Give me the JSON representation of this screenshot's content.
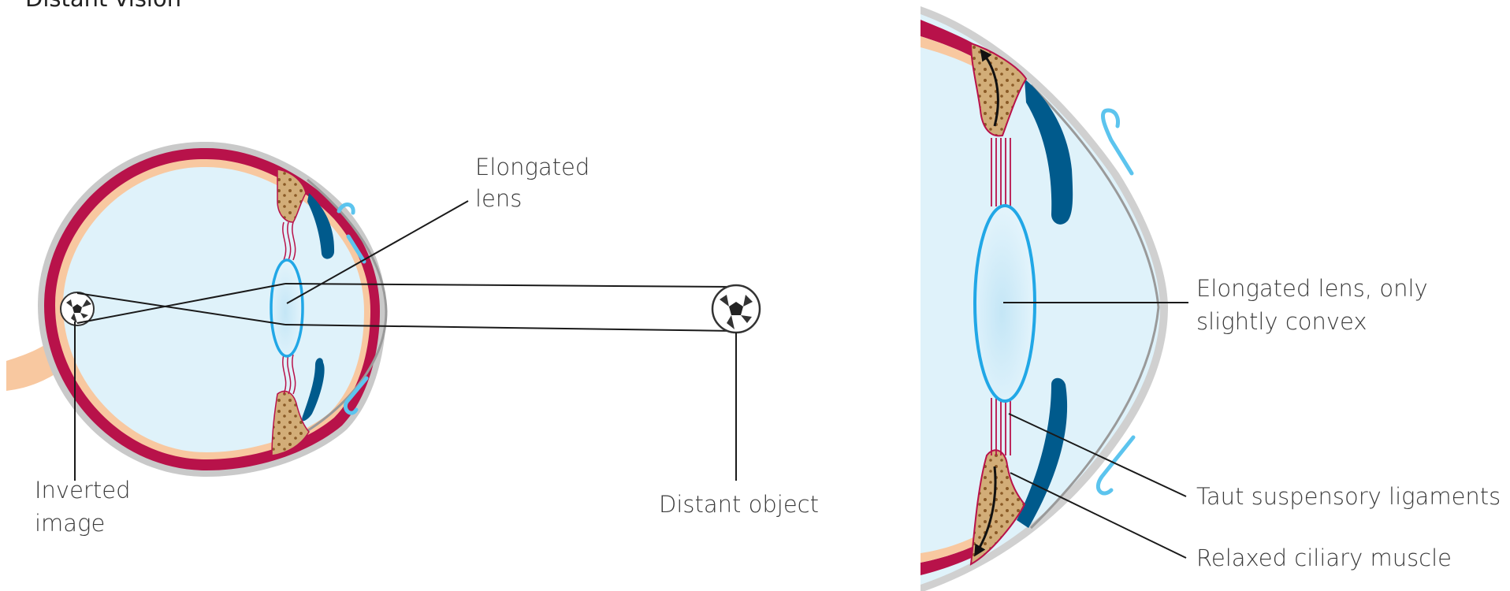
{
  "title": "Distant vision",
  "labels": {
    "elongated_lens": [
      "Elongated",
      "lens"
    ],
    "inverted_image": [
      "Inverted",
      "image"
    ],
    "distant_object": "Distant object",
    "elongated_lens_convex": [
      "Elongated lens, only",
      "slightly convex"
    ],
    "taut_ligaments": "Taut suspensory ligaments",
    "relaxed_ciliary": "Relaxed ciliary muscle"
  },
  "colors": {
    "vitreous": "#dff2fa",
    "choroid": "#b8124a",
    "retina": "#f8c8a0",
    "sclera": "#bdbdbd",
    "iris": "#005a8c",
    "lens_outline": "#21a7e6",
    "ciliary_fill": "#c8a26a",
    "cornea_hook": "#5cc4ee"
  }
}
